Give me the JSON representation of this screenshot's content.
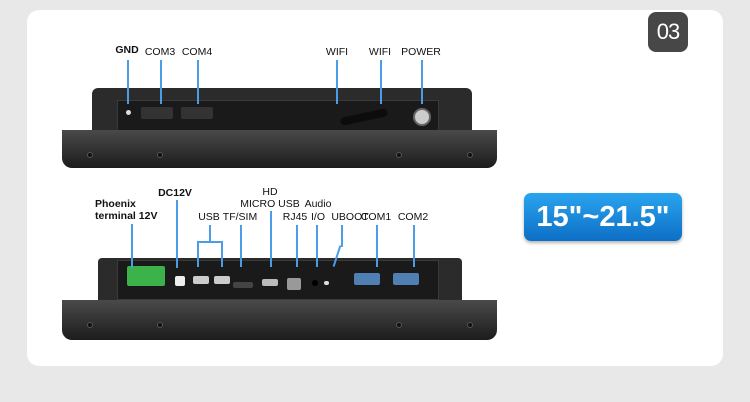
{
  "badge": "03",
  "size_label": "15\"~21.5\"",
  "top_labels": [
    "GND",
    "COM3",
    "COM4",
    "WIFI",
    "WIFI",
    "POWER"
  ],
  "bottom_labels": {
    "phoenix": "Phoenix terminal 12V",
    "dc": "DC12V",
    "usb": "USB",
    "tfsim": "TF/SIM",
    "hd": "HD",
    "micro_usb": "MICRO USB",
    "rj45": "RJ45",
    "audio": "Audio",
    "io": "I/O",
    "uboot": "UBOOT",
    "com1": "COM1",
    "com2": "COM2"
  }
}
